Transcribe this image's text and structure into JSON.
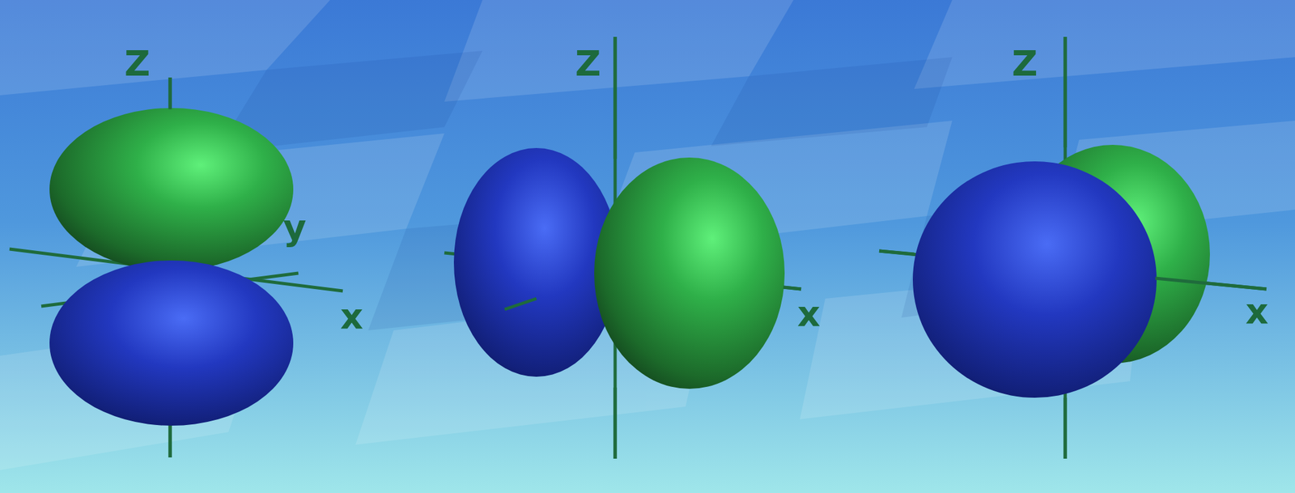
{
  "diagram": {
    "labels": [
      "Z",
      "y",
      "x",
      "Z",
      "x",
      "Z",
      "x"
    ]
  }
}
